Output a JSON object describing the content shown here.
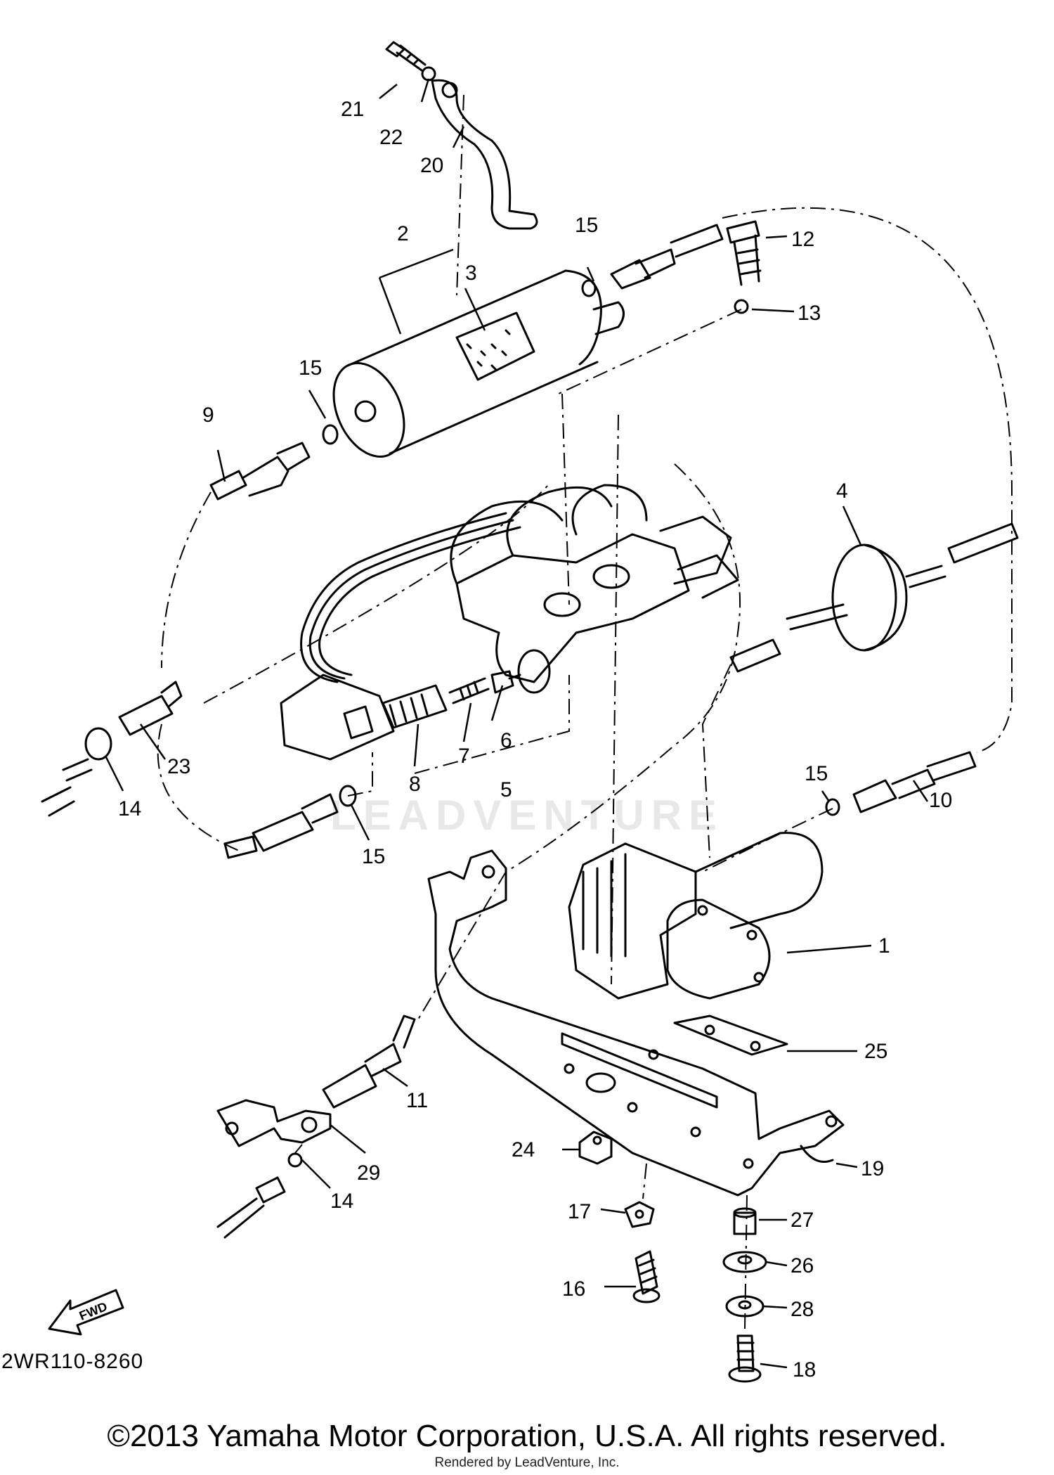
{
  "diagram": {
    "part_code": "2WR110-8260",
    "fwd_arrow_label": "FWD",
    "watermark": "LEADVENTURE",
    "copyright": "©2013 Yamaha Motor Corporation, U.S.A. All rights reserved.",
    "rendered_by": "Rendered by LeadVenture, Inc.",
    "callouts": {
      "c1": "1",
      "c2": "2",
      "c3": "3",
      "c4": "4",
      "c5": "5",
      "c6": "6",
      "c7": "7",
      "c8": "8",
      "c9": "9",
      "c10": "10",
      "c11": "11",
      "c12": "12",
      "c13": "13",
      "c14a": "14",
      "c14b": "14",
      "c15a": "15",
      "c15b": "15",
      "c15c": "15",
      "c15d": "15",
      "c16": "16",
      "c17": "17",
      "c18": "18",
      "c19": "19",
      "c20": "20",
      "c21": "21",
      "c22": "22",
      "c23": "23",
      "c24": "24",
      "c25": "25",
      "c26": "26",
      "c27": "27",
      "c28": "28",
      "c29": "29"
    }
  }
}
